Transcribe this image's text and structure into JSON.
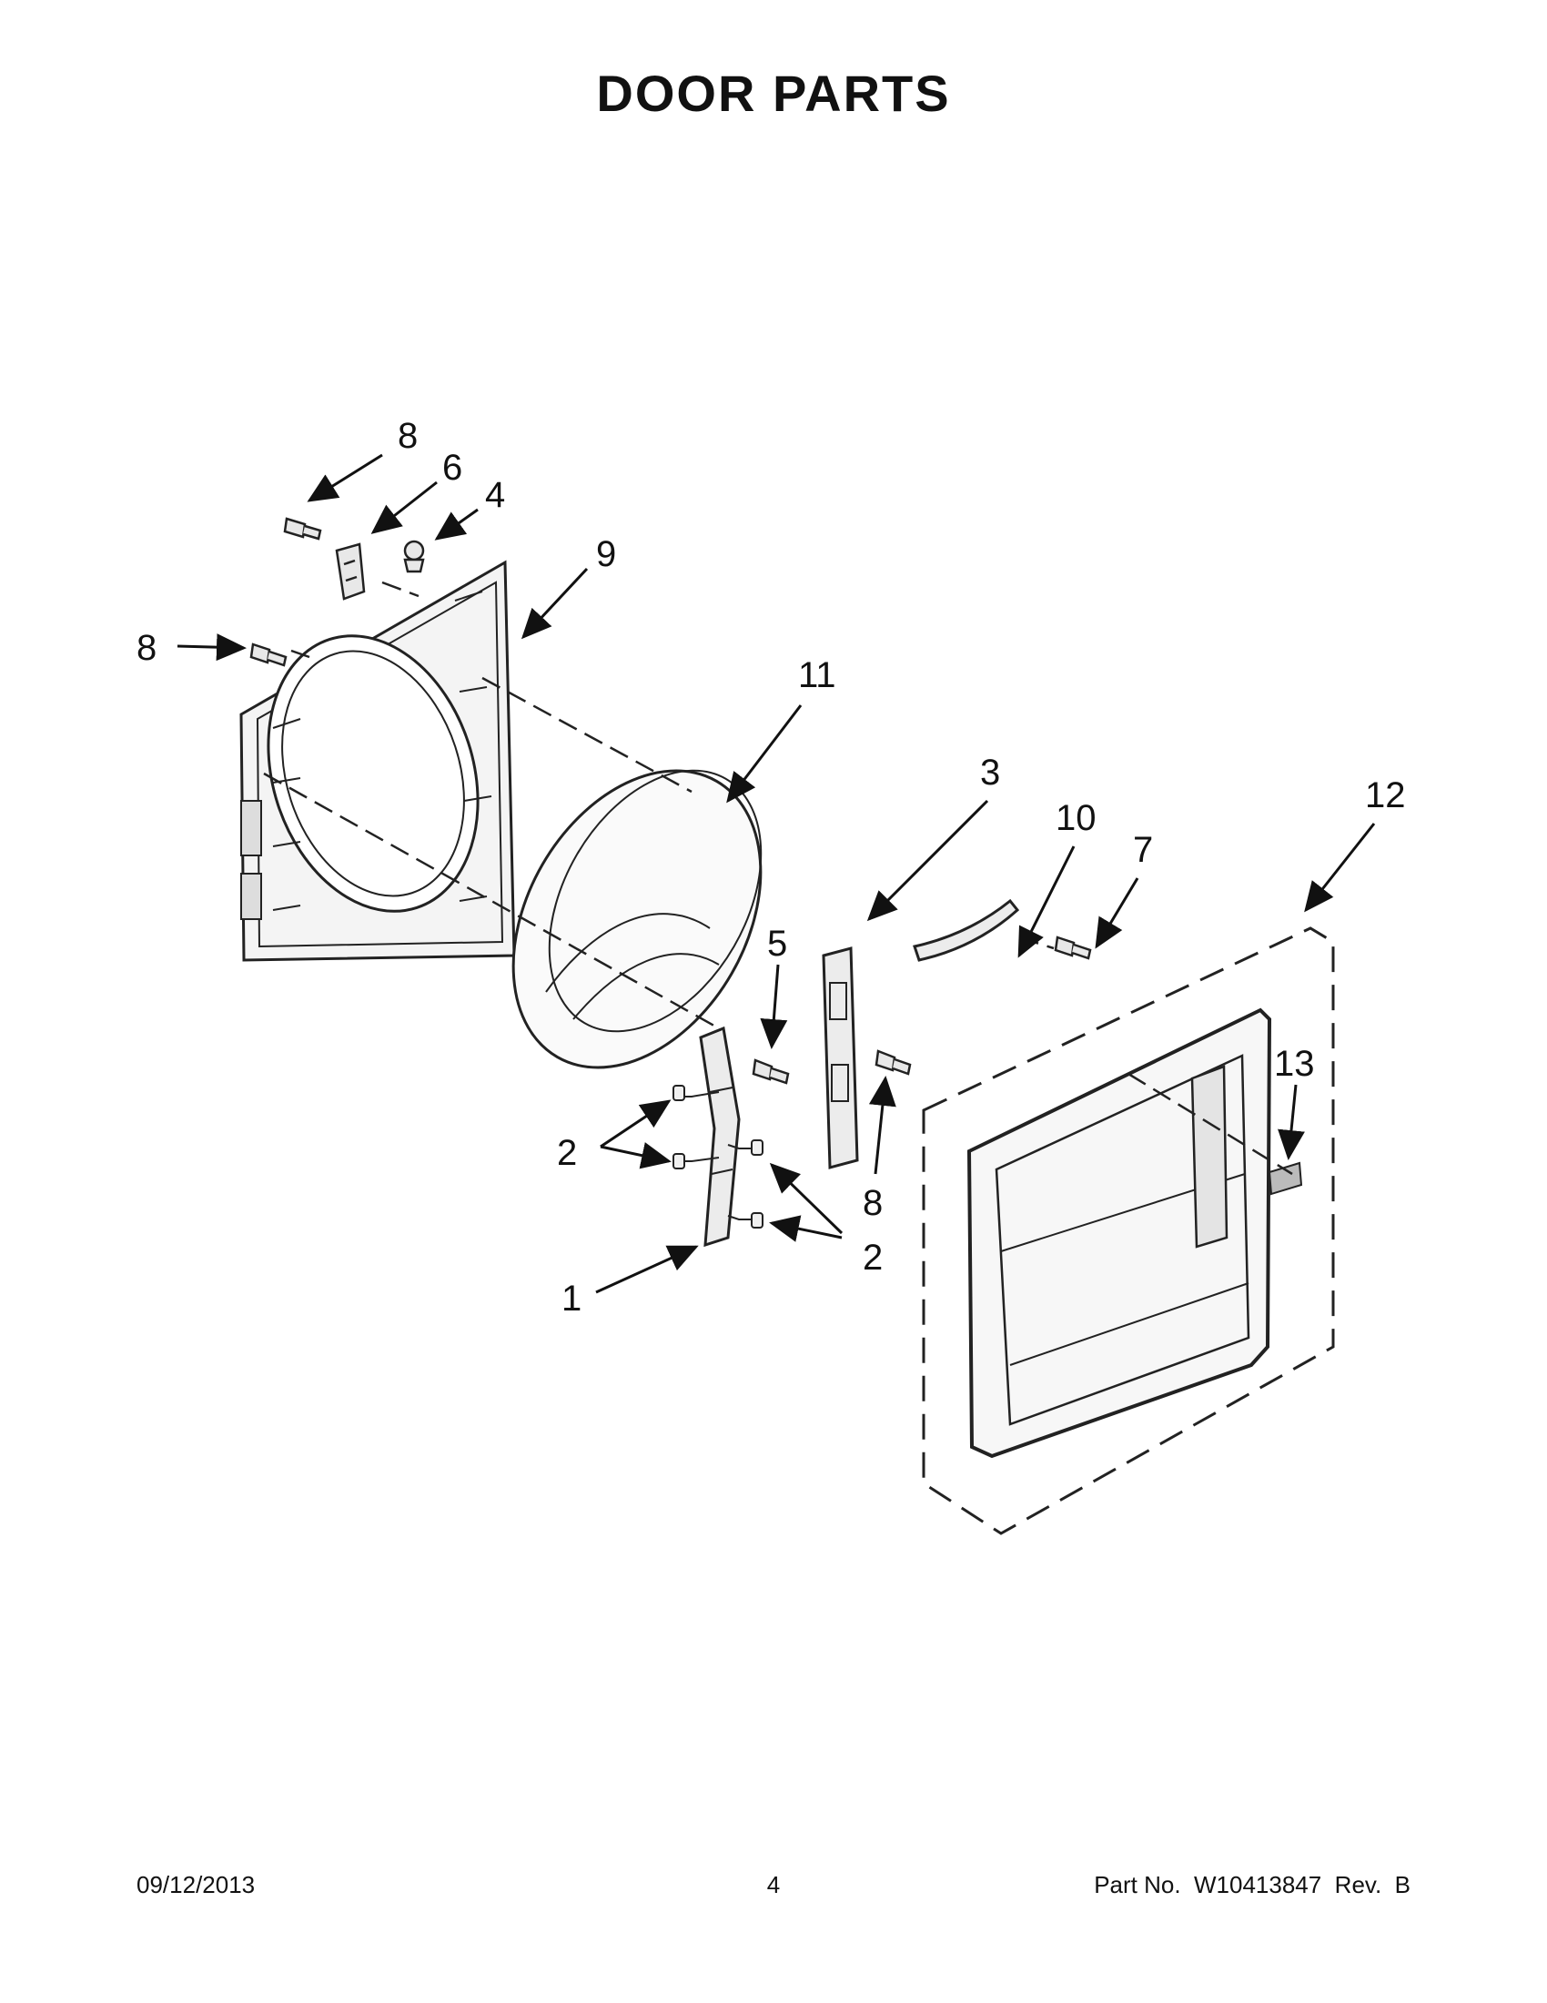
{
  "page": {
    "title": "DOOR PARTS"
  },
  "callouts": [
    "8",
    "6",
    "4",
    "9",
    "8",
    "11",
    "3",
    "10",
    "7",
    "12",
    "5",
    "13",
    "2",
    "8",
    "2",
    "1"
  ],
  "footer": {
    "date": "09/12/2013",
    "page_number": "4",
    "part_number": "Part No.  W10413847  Rev.  B"
  }
}
